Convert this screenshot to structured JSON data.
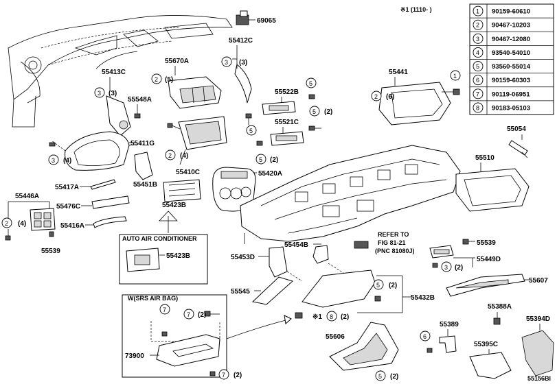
{
  "table": {
    "note": "※1 (1110-   )",
    "rows": [
      {
        "num": "1",
        "part": "90159-60610"
      },
      {
        "num": "2",
        "part": "90467-10203"
      },
      {
        "num": "3",
        "part": "90467-12080"
      },
      {
        "num": "4",
        "part": "93540-54010"
      },
      {
        "num": "5",
        "part": "93560-55014"
      },
      {
        "num": "6",
        "part": "90159-60303"
      },
      {
        "num": "7",
        "part": "90119-06951"
      },
      {
        "num": "8",
        "part": "90183-05103"
      }
    ]
  },
  "labels": {
    "p69065": "69065",
    "p55412c": "55412C",
    "p55670a": "55670A",
    "p55413c": "55413C",
    "p55548a": "55548A",
    "p55441": "55441",
    "p55522b": "55522B",
    "p55521c": "55521C",
    "p55054": "55054",
    "p55411g": "55411G",
    "p55510": "55510",
    "p55410c": "55410C",
    "p55420a": "55420A",
    "p55451b": "55451B",
    "p55417a": "55417A",
    "p55446a": "55446A",
    "p55476c": "55476C",
    "p55423b": "55423B",
    "p55416a": "55416A",
    "p55539a": "55539",
    "auto_ac": "AUTO AIR CONDITIONER",
    "p55423b_ac": "55423B",
    "refer_1": "REFER TO",
    "refer_2": "FIG 81-21",
    "refer_3": "(PNC 81080J)",
    "p55454b": "55454B",
    "p55453d": "55453D",
    "p55539b": "55539",
    "p55449d": "55449D",
    "p55607": "55607",
    "p55545": "55545",
    "p55432b": "55432B",
    "srs": "W(SRS AIR BAG)",
    "p55388a": "55388A",
    "p55394d": "55394D",
    "p55389": "55389",
    "p55606": "55606",
    "p55395c": "55395C",
    "p73900": "73900",
    "note1": "※1",
    "fig": "55156BI"
  },
  "callouts": {
    "q2": "(2)",
    "q3": "(3)",
    "q4": "(4)",
    "q5": "(5)",
    "q6": "(6)"
  }
}
